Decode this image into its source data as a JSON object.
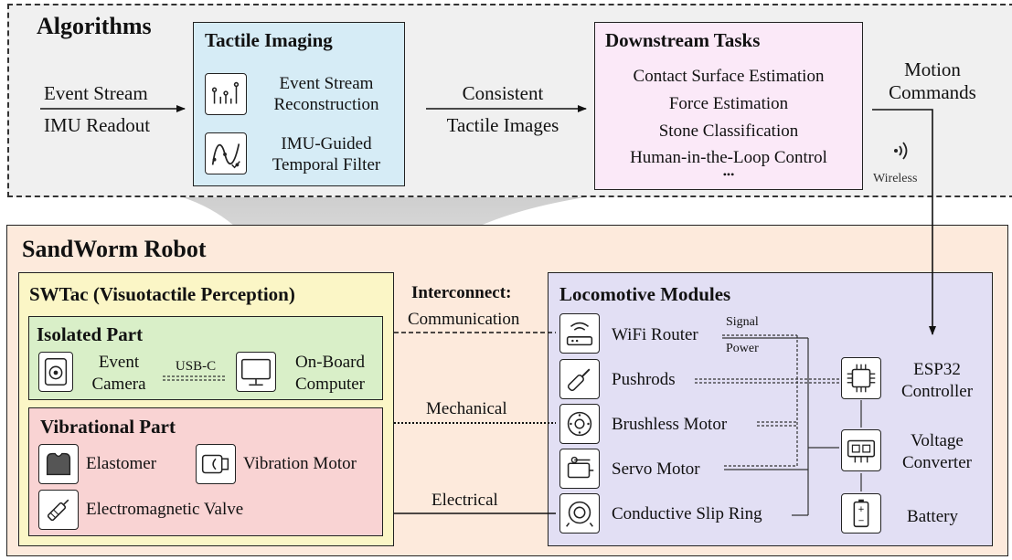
{
  "algorithms": {
    "title": "Algorithms",
    "inputs": [
      "Event Stream",
      "IMU Readout"
    ],
    "tactile_imaging": {
      "title": "Tactile Imaging",
      "items": [
        "Event Stream\nReconstruction",
        "IMU-Guided\nTemporal Filter"
      ]
    },
    "middle_label": [
      "Consistent",
      "Tactile Images"
    ],
    "downstream": {
      "title": "Downstream Tasks",
      "items": [
        "Contact Surface Estimation",
        "Force Estimation",
        "Stone Classification",
        "Human-in-the-Loop Control",
        "•••"
      ]
    },
    "motion_commands": [
      "Motion",
      "Commands"
    ],
    "wireless": "Wireless"
  },
  "robot": {
    "title": "SandWorm Robot",
    "swtac": {
      "title": "SWTac (Visuotactile Perception)",
      "isolated": {
        "title": "Isolated Part",
        "event_camera": "Event\nCamera",
        "usbc": "USB-C",
        "onboard": "On-Board\nComputer"
      },
      "vibrational": {
        "title": "Vibrational Part",
        "elastomer": "Elastomer",
        "vibration_motor": "Vibration Motor",
        "valve": "Electromagnetic Valve"
      }
    },
    "interconnect": {
      "title": "Interconnect:",
      "communication": "Communication",
      "mechanical": "Mechanical",
      "electrical": "Electrical"
    },
    "locomotive": {
      "title": "Locomotive Modules",
      "modules": [
        "WiFi Router",
        "Pushrods",
        "Brushless Motor",
        "Servo Motor",
        "Conductive Slip Ring"
      ],
      "signal": "Signal",
      "power": "Power",
      "esp32": "ESP32\nController",
      "voltage": "Voltage\nConverter",
      "battery": "Battery"
    }
  }
}
